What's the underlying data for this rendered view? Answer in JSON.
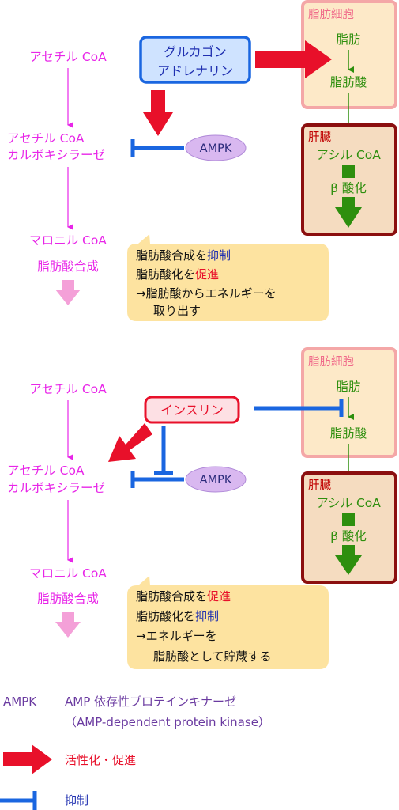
{
  "panel_top": {
    "adipocyte": {
      "title": "脂肪細胞",
      "fat": "脂肪",
      "fatty_acid": "脂肪酸"
    },
    "liver": {
      "title": "肝臓",
      "acyl_coa": "アシル CoA",
      "beta_ox": "β 酸化"
    },
    "hormone": {
      "line1": "グルカゴン",
      "line2": "アドレナリン"
    },
    "pathway": {
      "acetyl_coa": "アセチル CoA",
      "acc_line1": "アセチル CoA",
      "acc_line2": "カルボキシラーゼ",
      "malonyl_coa": "マロニル CoA",
      "fa_synthesis": "脂肪酸合成"
    },
    "ampk": "AMPK",
    "note": {
      "l1_pre": "脂肪酸合成を",
      "l1_key": "抑制",
      "l2_pre": "脂肪酸化を",
      "l2_key": "促進",
      "l3": "→脂肪酸からエネルギーを",
      "l4": "取り出す"
    }
  },
  "panel_bottom": {
    "adipocyte": {
      "title": "脂肪細胞",
      "fat": "脂肪",
      "fatty_acid": "脂肪酸"
    },
    "liver": {
      "title": "肝臓",
      "acyl_coa": "アシル CoA",
      "beta_ox": "β 酸化"
    },
    "hormone": {
      "line1": "インスリン"
    },
    "pathway": {
      "acetyl_coa": "アセチル CoA",
      "acc_line1": "アセチル CoA",
      "acc_line2": "カルボキシラーゼ",
      "malonyl_coa": "マロニル CoA",
      "fa_synthesis": "脂肪酸合成"
    },
    "ampk": "AMPK",
    "note": {
      "l1_pre": "脂肪酸合成を",
      "l1_key": "促進",
      "l2_pre": "脂肪酸化を",
      "l2_key": "抑制",
      "l3": "→エネルギーを",
      "l4": "脂肪酸として貯蔵する"
    }
  },
  "legend": {
    "ampk_abbr": "AMPK",
    "ampk_full": "AMP 依存性プロテインキナーゼ",
    "ampk_en": "（AMP-dependent protein kinase）",
    "activate": "活性化・促進",
    "inhibit": "抑制"
  },
  "colors": {
    "activate": "#e8102a",
    "inhibit": "#1a66e0",
    "pathway": "#e826e8",
    "adipocyte_box": "#fde9c8",
    "liver_box": "#f5dcc0",
    "ampk_fill": "#d9b8f0",
    "note_fill": "#fde3a0"
  }
}
